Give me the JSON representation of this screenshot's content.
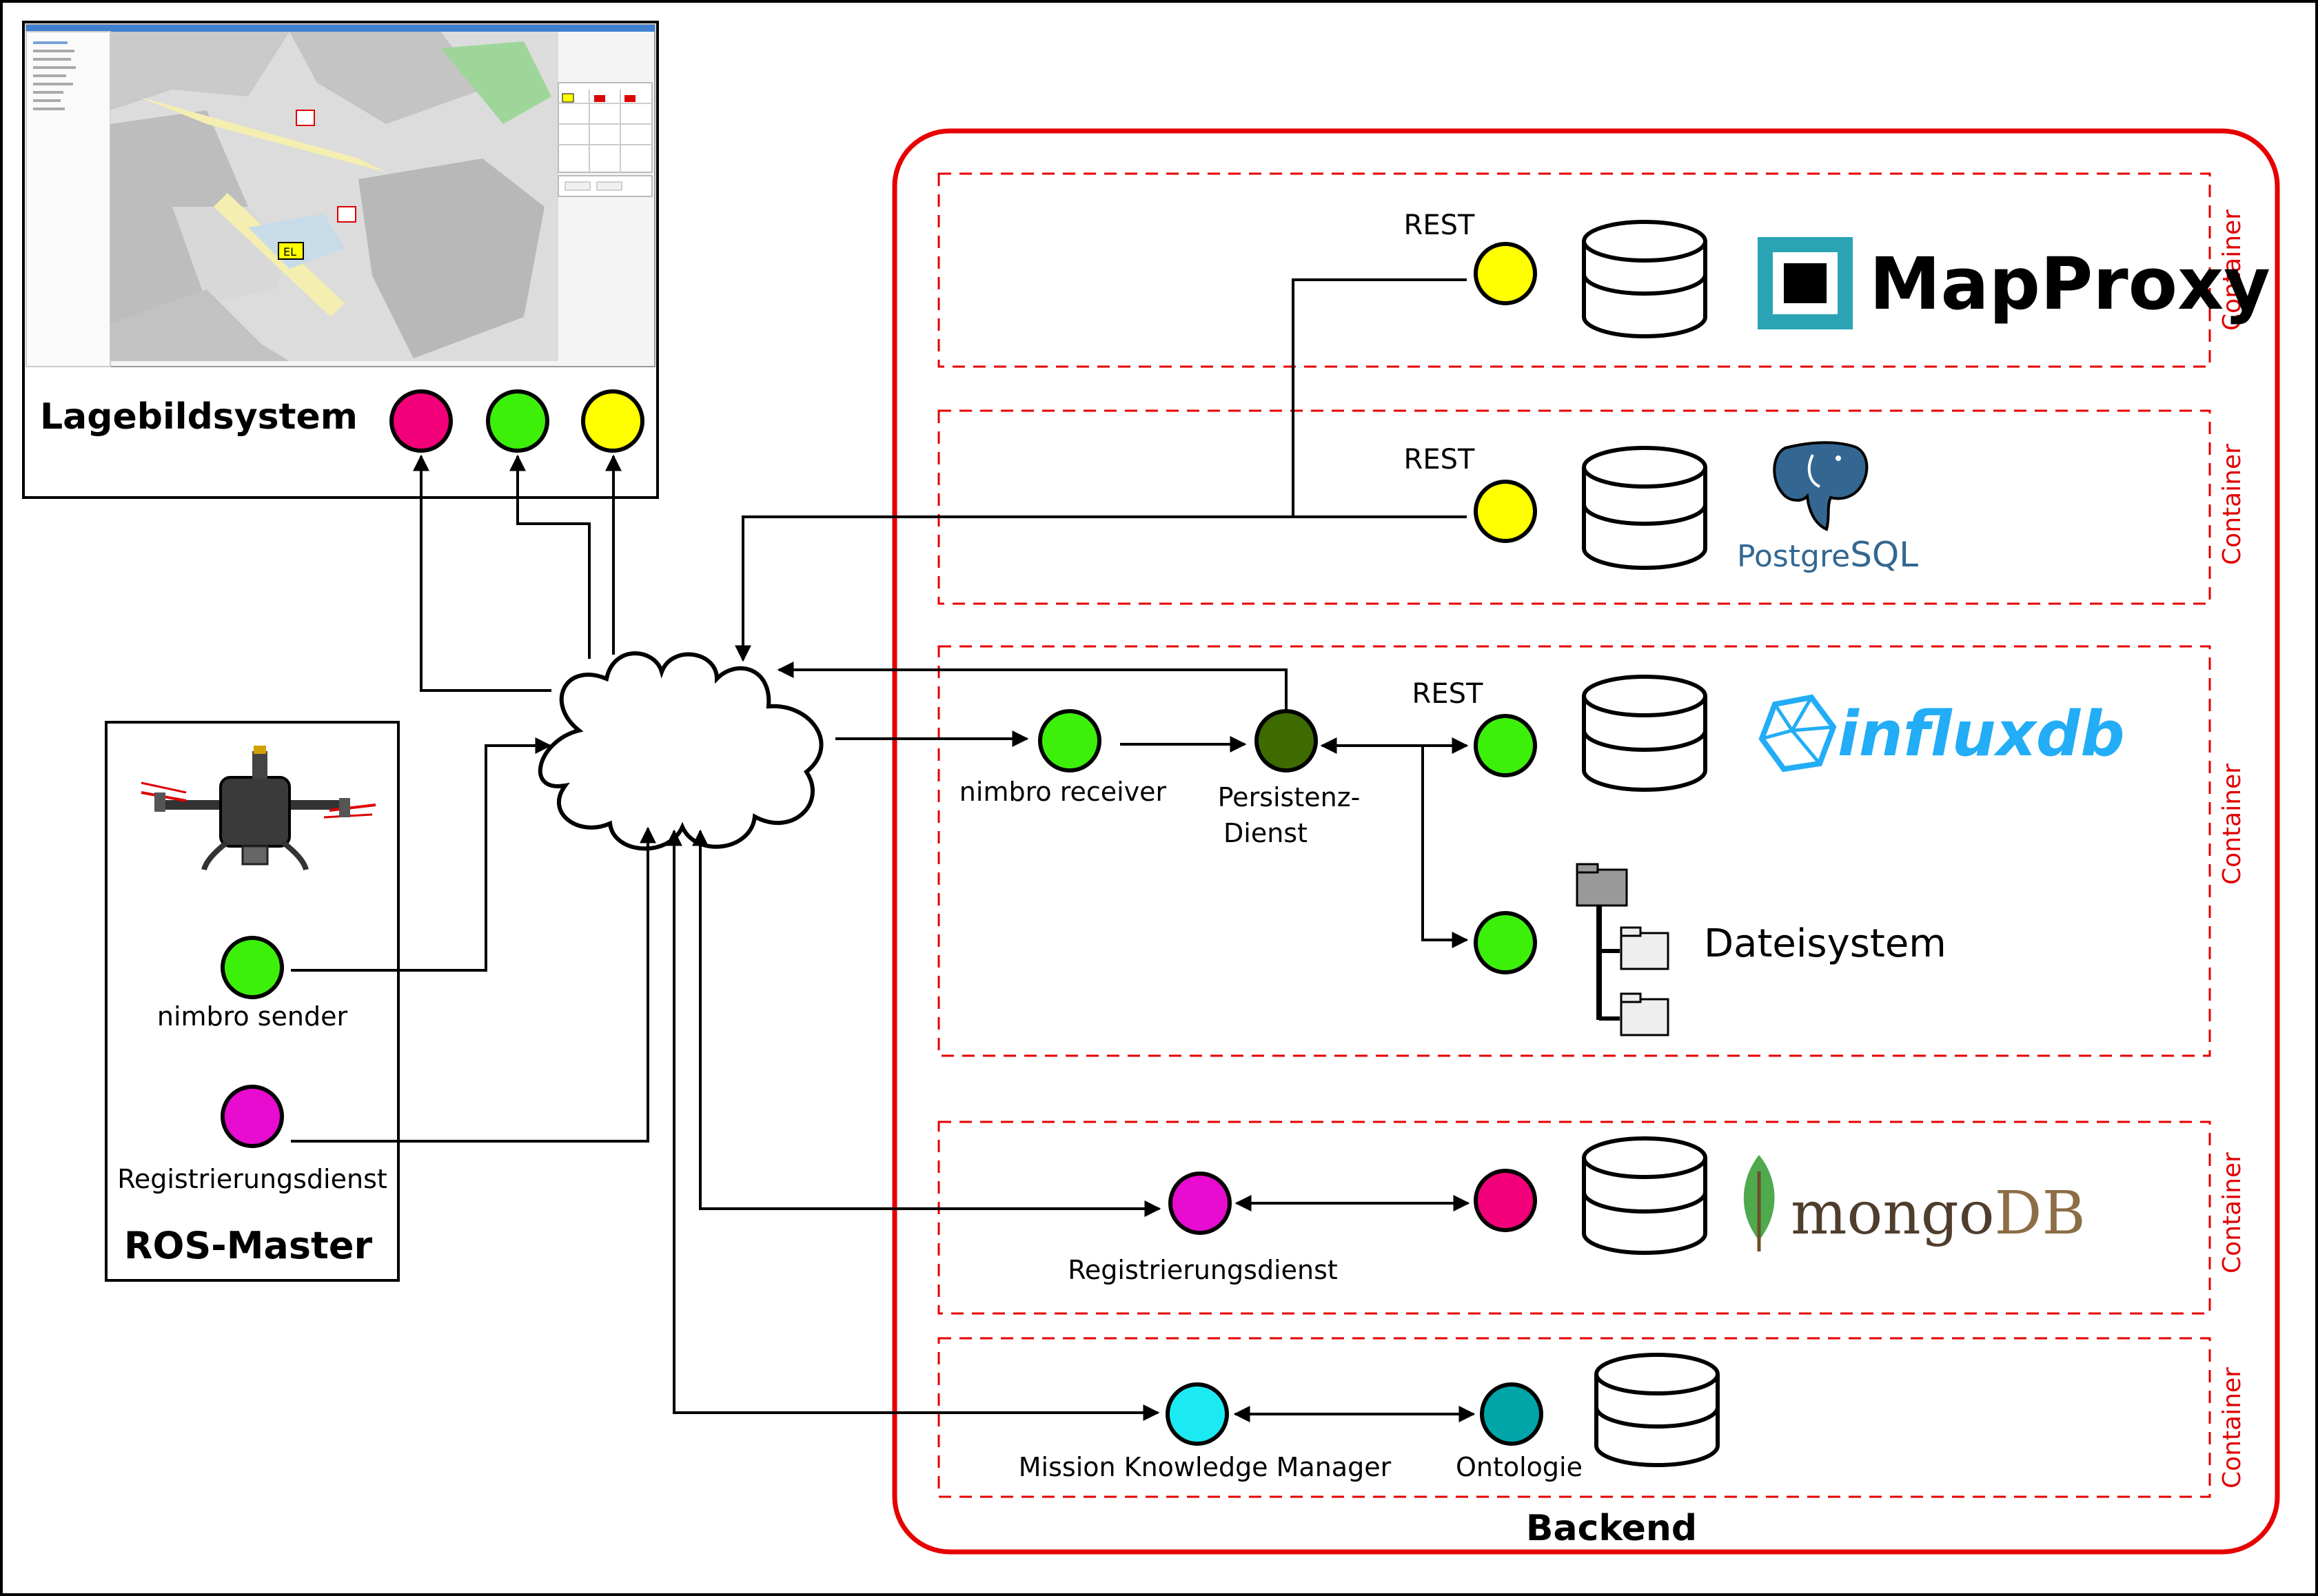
{
  "colors": {
    "magenta": "#f2007a",
    "green": "#3cf00a",
    "yellow": "#ffff00",
    "dark_green": "#3d6b00",
    "purple": "#e80bd0",
    "cyan": "#1ceaf2",
    "teal": "#00a5a8",
    "container_red": "#e60000",
    "backend_red": "#e60000",
    "mapproxy_teal": "#2aa4b5",
    "postgres_blue": "#336791",
    "influx_blue": "#22adf6",
    "mongo_green": "#4fa94d",
    "mongo_brown": "#4f3e2d"
  },
  "lagebild": {
    "title": "Lagebildsystem",
    "screenshot_labels": {
      "el_badge": "EL"
    }
  },
  "ros_master": {
    "title": "ROS-Master",
    "nimbro_sender": "nimbro sender",
    "registrierungsdienst": "Registrierungsdienst",
    "drone_icon": "drone-icon"
  },
  "backend": {
    "title": "Backend",
    "container_label": "Container",
    "rest_label": "REST",
    "mapproxy_logo": "MapProxy",
    "postgres_logo": {
      "prefix": "Postgre",
      "suffix": "SQL"
    },
    "influx_logo": "influxdb",
    "mongo_logo": {
      "prefix": "mongo",
      "suffix": "DB"
    },
    "nimbro_receiver": "nimbro receiver",
    "persistenz_line1": "Persistenz-",
    "persistenz_line2": "Dienst",
    "dateisystem": "Dateisystem",
    "registrierungsdienst": "Registrierungsdienst",
    "mission_knowledge_manager": "Mission Knowledge Manager",
    "ontologie": "Ontologie"
  }
}
